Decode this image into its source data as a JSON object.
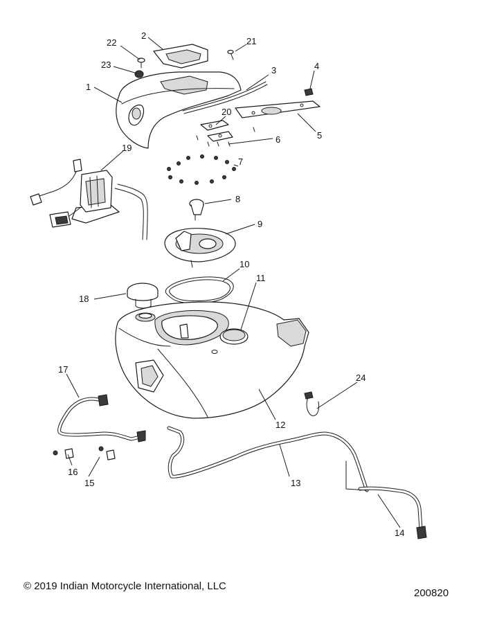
{
  "callouts": [
    {
      "id": "c1",
      "label": "1"
    },
    {
      "id": "c2",
      "label": "2"
    },
    {
      "id": "c3",
      "label": "3"
    },
    {
      "id": "c4",
      "label": "4"
    },
    {
      "id": "c5",
      "label": "5"
    },
    {
      "id": "c6",
      "label": "6"
    },
    {
      "id": "c7",
      "label": "7"
    },
    {
      "id": "c8",
      "label": "8"
    },
    {
      "id": "c9",
      "label": "9"
    },
    {
      "id": "c10",
      "label": "10"
    },
    {
      "id": "c11",
      "label": "11"
    },
    {
      "id": "c12",
      "label": "12"
    },
    {
      "id": "c13",
      "label": "13"
    },
    {
      "id": "c14",
      "label": "14"
    },
    {
      "id": "c15",
      "label": "15"
    },
    {
      "id": "c16",
      "label": "16"
    },
    {
      "id": "c17",
      "label": "17"
    },
    {
      "id": "c18",
      "label": "18"
    },
    {
      "id": "c19",
      "label": "19"
    },
    {
      "id": "c20",
      "label": "20"
    },
    {
      "id": "c21",
      "label": "21"
    },
    {
      "id": "c22",
      "label": "22"
    },
    {
      "id": "c23",
      "label": "23"
    },
    {
      "id": "c24",
      "label": "24"
    }
  ],
  "footer": {
    "copyright": "© 2019 Indian Motorcycle International, LLC",
    "drawing_number": "200820"
  }
}
